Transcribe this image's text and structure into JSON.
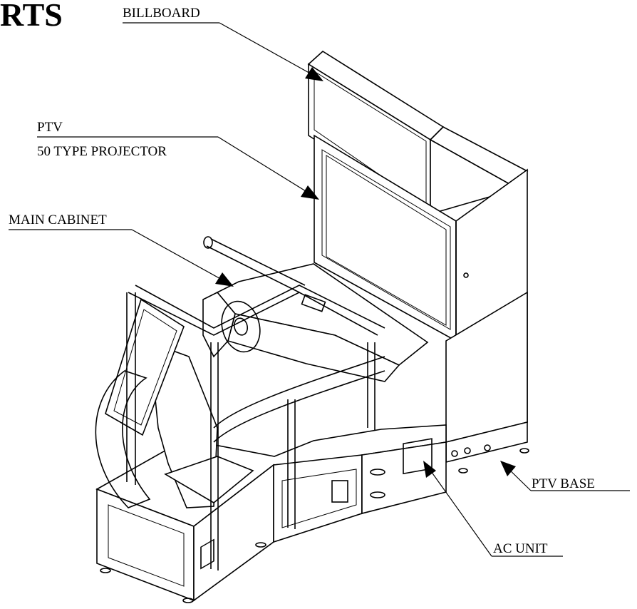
{
  "header": {
    "title_fragment": "RTS"
  },
  "labels": {
    "billboard": "BILLBOARD",
    "ptv_line1": "PTV",
    "ptv_line2": "50 TYPE PROJECTOR",
    "main_cabinet": "MAIN CABINET",
    "ptv_base": "PTV BASE",
    "ac_unit": "AC UNIT"
  },
  "colors": {
    "ink": "#000000",
    "paper": "#ffffff"
  }
}
